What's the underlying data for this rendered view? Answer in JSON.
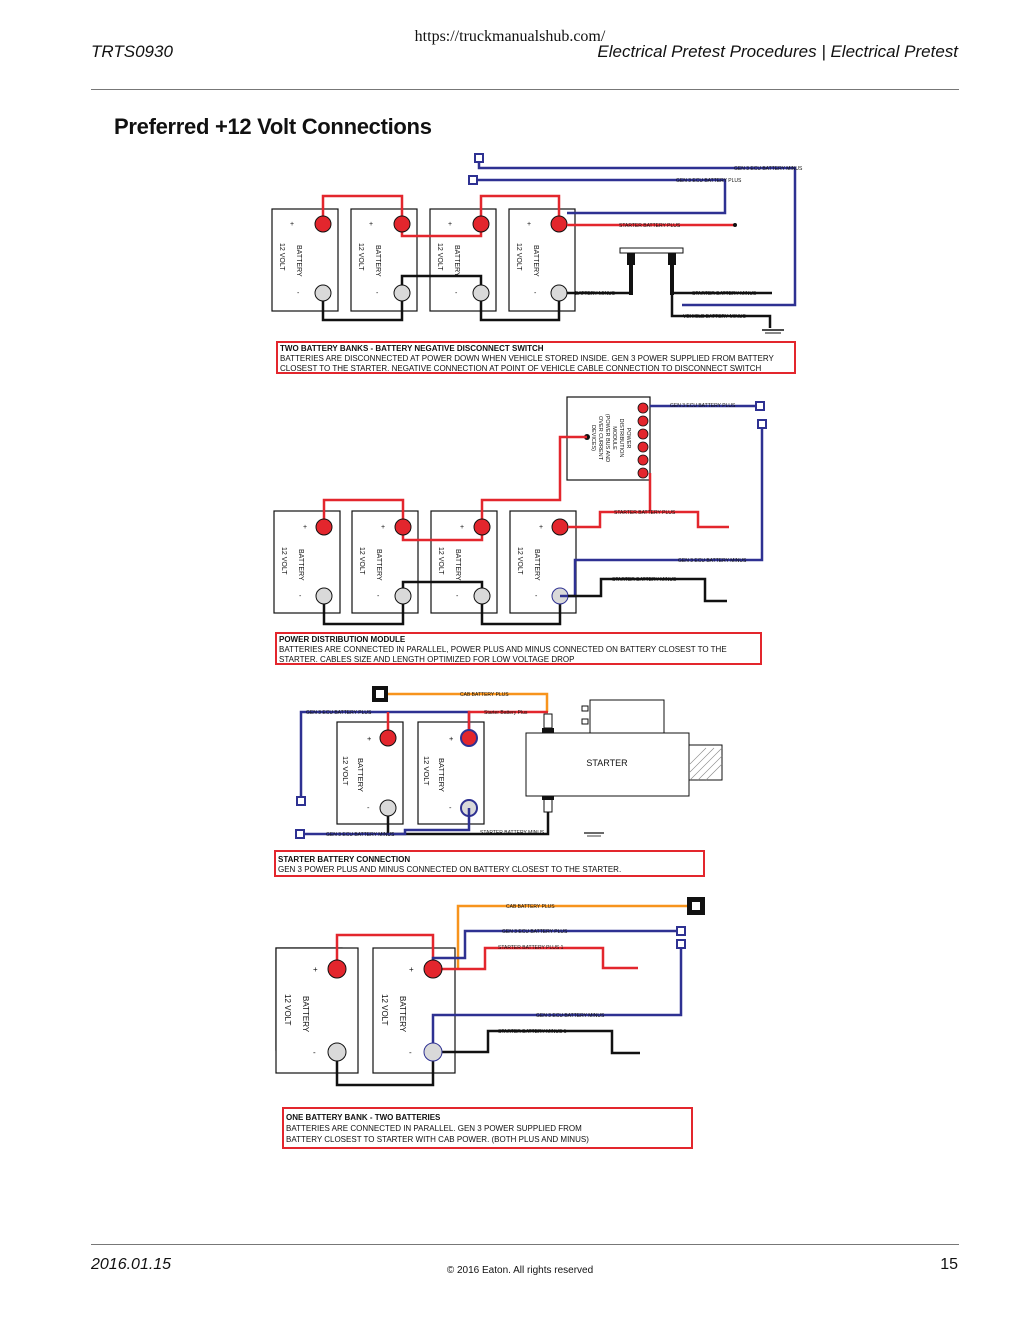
{
  "header": {
    "url": "https://truckmanualshub.com/",
    "doc_id": "TRTS0930",
    "section": "Electrical Pretest Procedures | Electrical Pretest"
  },
  "title": "Preferred +12 Volt Connections",
  "battery_labels": {
    "name": "BATTERY",
    "voltage": "12 VOLT",
    "plus": "+",
    "minus": "-"
  },
  "diagram1": {
    "labels": {
      "ecu_minus": "GEN 3 ECU BATTERY MINUS",
      "ecu_plus": "GEN 3 ECU BATTERY PLUS",
      "starter_plus": "STARTER BATTERY PLUS",
      "battery_minus": "BATTERY MINUS",
      "starter_minus": "STARTER BATTERY MINUS",
      "vehicle_minus": "VEHICLE BATTERY MINUS"
    },
    "caption_title": "TWO BATTERY BANKS - BATTERY NEGATIVE DISCONNECT SWITCH",
    "caption_text": "BATTERIES ARE DISCONNECTED AT POWER DOWN WHEN VEHICLE STORED INSIDE.  GEN 3 POWER SUPPLIED FROM BATTERY CLOSEST TO THE STARTER.  NEGATIVE CONNECTION AT POINT OF VEHICLE CABLE CONNECTION TO DISCONNECT SWITCH"
  },
  "diagram2": {
    "labels": {
      "ecu_plus": "GEN 3 ECU BATTERY PLUS",
      "starter_plus": "STARTER BATTERY PLUS",
      "ecu_minus": "GEN 3 ECU BATTERY MINUS",
      "starter_minus": "STARTER BATTERY MINUS",
      "module_l1": "POWER",
      "module_l2": "DISTRIBUTION",
      "module_l3": "MODULE",
      "module_l4": "(POWER BUS AND",
      "module_l5": "OVER CURRENT",
      "module_l6": "DEVICES)"
    },
    "caption_title": "POWER DISTRIBUTION MODULE",
    "caption_text": "BATTERIES ARE CONNECTED IN PARALLEL, POWER PLUS AND MINUS CONNECTED ON BATTERY CLOSEST TO THE STARTER.  CABLES SIZE AND LENGTH OPTIMIZED FOR LOW VOLTAGE DROP"
  },
  "diagram3": {
    "labels": {
      "cab_plus": "CAB BATTERY PLUS",
      "ecu_plus": "GEN 3 ECU BATTERY PLUS",
      "starter_plus": "Starter Battery Plus",
      "starter": "STARTER",
      "ecu_minus": "GEN 3 ECU BATTERY MINUS",
      "starter_minus": "STARTER BATTERY MINUS"
    },
    "caption_title": "STARTER BATTERY CONNECTION",
    "caption_text": "GEN 3 POWER PLUS AND MINUS CONNECTED ON BATTERY CLOSEST TO THE STARTER."
  },
  "diagram4": {
    "labels": {
      "cab_plus": "CAB BATTERY PLUS",
      "ecu_plus": "GEN 3 ECU BATTERY PLUS",
      "starter_plus": "STARTER BATTERY PLUS 1",
      "ecu_minus": "GEN 3 ECU BATTERY MINUS",
      "starter_minus": "STARTER BATTERY MINUS 1"
    },
    "caption_title": "ONE BATTERY BANK - TWO BATTERIES",
    "caption_text_1": "BATTERIES ARE CONNECTED IN PARALLEL.  GEN 3 POWER SUPPLIED FROM",
    "caption_text_2": "BATTERY CLOSEST TO STARTER WITH CAB POWER. (BOTH PLUS AND MINUS)"
  },
  "footer": {
    "date": "2016.01.15",
    "copyright": "© 2016 Eaton. All rights reserved",
    "page": "15"
  },
  "colors": {
    "red": "#e3262d",
    "blue": "#2e3192",
    "orange": "#f7941d",
    "black": "#111111"
  }
}
